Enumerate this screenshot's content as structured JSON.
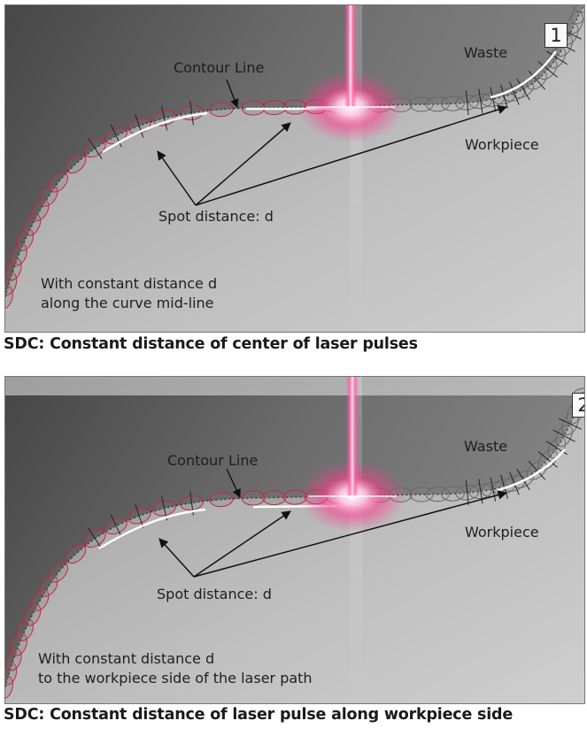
{
  "panels": [
    {
      "number": "1",
      "labels": {
        "contour": "Contour Line",
        "waste": "Waste",
        "workpiece": "Workpiece",
        "spot": "Spot distance: d",
        "note_line1": "With constant distance d",
        "note_line2": "along the curve mid-line"
      },
      "caption": "SDC: Constant distance of center of laser pulses"
    },
    {
      "number": "2",
      "labels": {
        "contour": "Contour Line",
        "waste": "Waste",
        "workpiece": "Workpiece",
        "spot": "Spot distance: d",
        "note_line1": "With constant distance d",
        "note_line2": "to the workpiece side of the laser path"
      },
      "caption": "SDC: Constant distance of laser pulse along workpiece side"
    }
  ],
  "colors": {
    "waste_surface": "#5e5e5e",
    "workpiece_surface": "#b9b9b9",
    "laser_glow": "#ff2f8a",
    "spot_outline_red": "#c8243c",
    "spot_outline_gray": "#666666"
  }
}
